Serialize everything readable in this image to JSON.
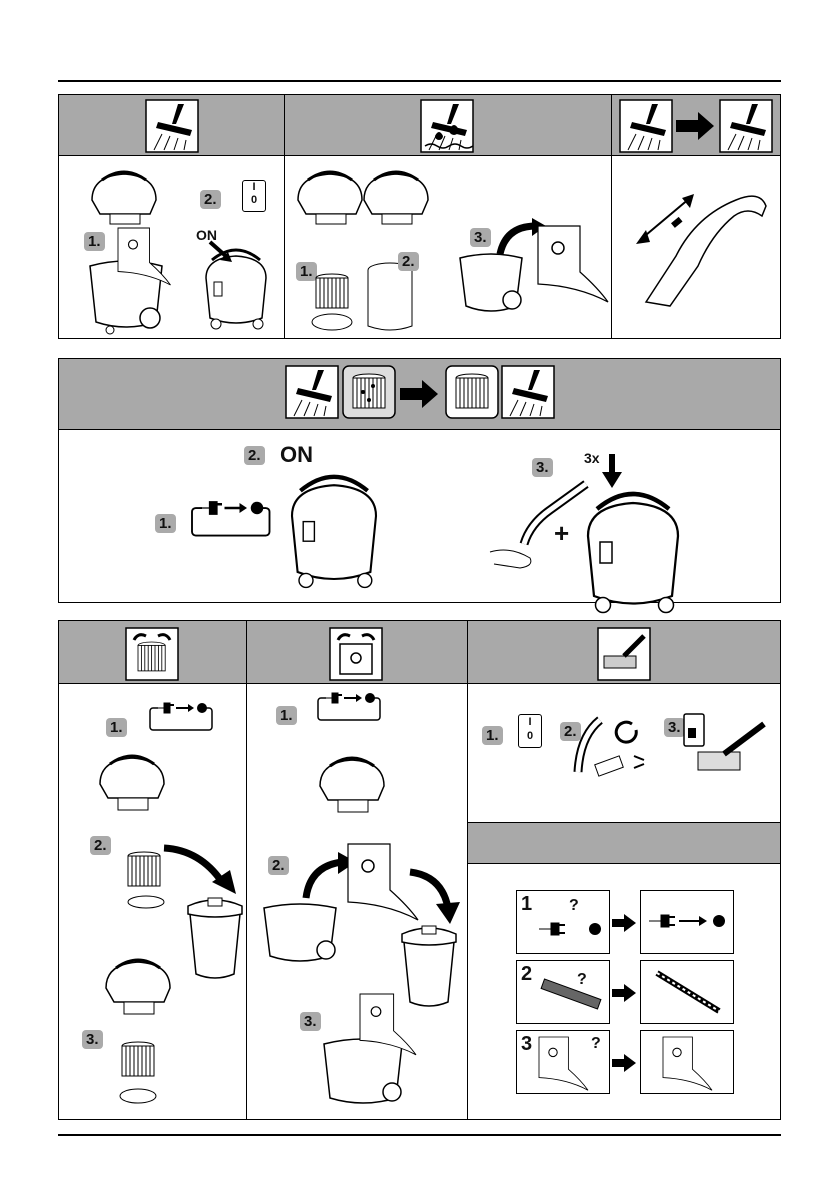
{
  "step_labels": {
    "s1": "1.",
    "s2": "2.",
    "s3": "3."
  },
  "callouts": {
    "on": "ON",
    "times_three": "3x",
    "plus": "+"
  },
  "switch_positions": {
    "on_mark": "I",
    "off_mark": "0"
  },
  "troubleshooting": {
    "rows": [
      {
        "num": "1",
        "mark": "?"
      },
      {
        "num": "2",
        "mark": "?"
      },
      {
        "num": "3",
        "mark": "?"
      }
    ]
  },
  "icons": [
    "dry-vacuum-icon",
    "wet-vacuum-icon",
    "filter-icon",
    "dust-bag-icon",
    "nozzle-icon",
    "plug-icon",
    "arrow-icon",
    "switch-icon"
  ],
  "colors": {
    "header_gray": "#a9a9a9",
    "line": "#000000"
  }
}
